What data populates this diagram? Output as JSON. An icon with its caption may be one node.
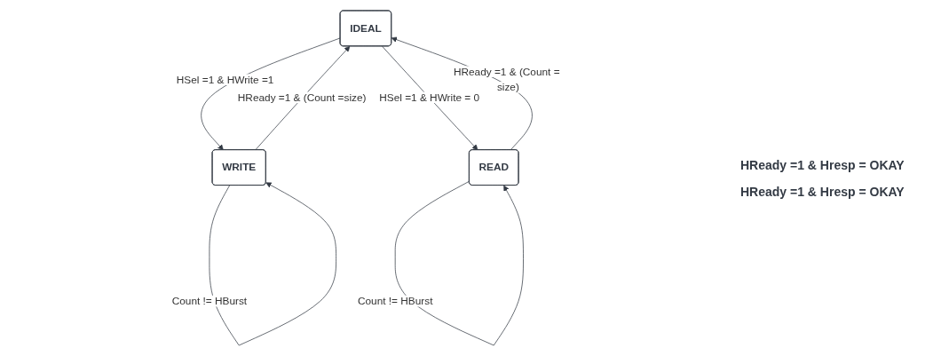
{
  "diagram": {
    "nodes": [
      {
        "text": [
          "IDEAL"
        ]
      },
      {
        "text": [
          "WRITE"
        ]
      },
      {
        "text": [
          "READ"
        ]
      }
    ],
    "edges": [
      {
        "from": 0,
        "to": 1,
        "arrow": "to",
        "label": "HSel =1 & HWrite =1"
      },
      {
        "from": 0,
        "to": 2,
        "arrow": "to",
        "label": "HSel =1 & HWrite = 0"
      },
      {
        "from": 1,
        "to": 0,
        "arrow": "to",
        "label": "HReady =1 & (Count =size)"
      },
      {
        "from": 2,
        "to": 0,
        "arrow": "to",
        "label": "HReady =1 & (Count = size)"
      },
      {
        "from": 1,
        "to": 1,
        "arrow": "to",
        "label": "Count != HBurst"
      },
      {
        "from": 2,
        "to": 2,
        "arrow": "to",
        "label": "Count != HBurst"
      }
    ],
    "labels": [
      "HReady =1 & Hresp = OKAY",
      "HReady =1 & Hresp = OKAY"
    ]
  }
}
